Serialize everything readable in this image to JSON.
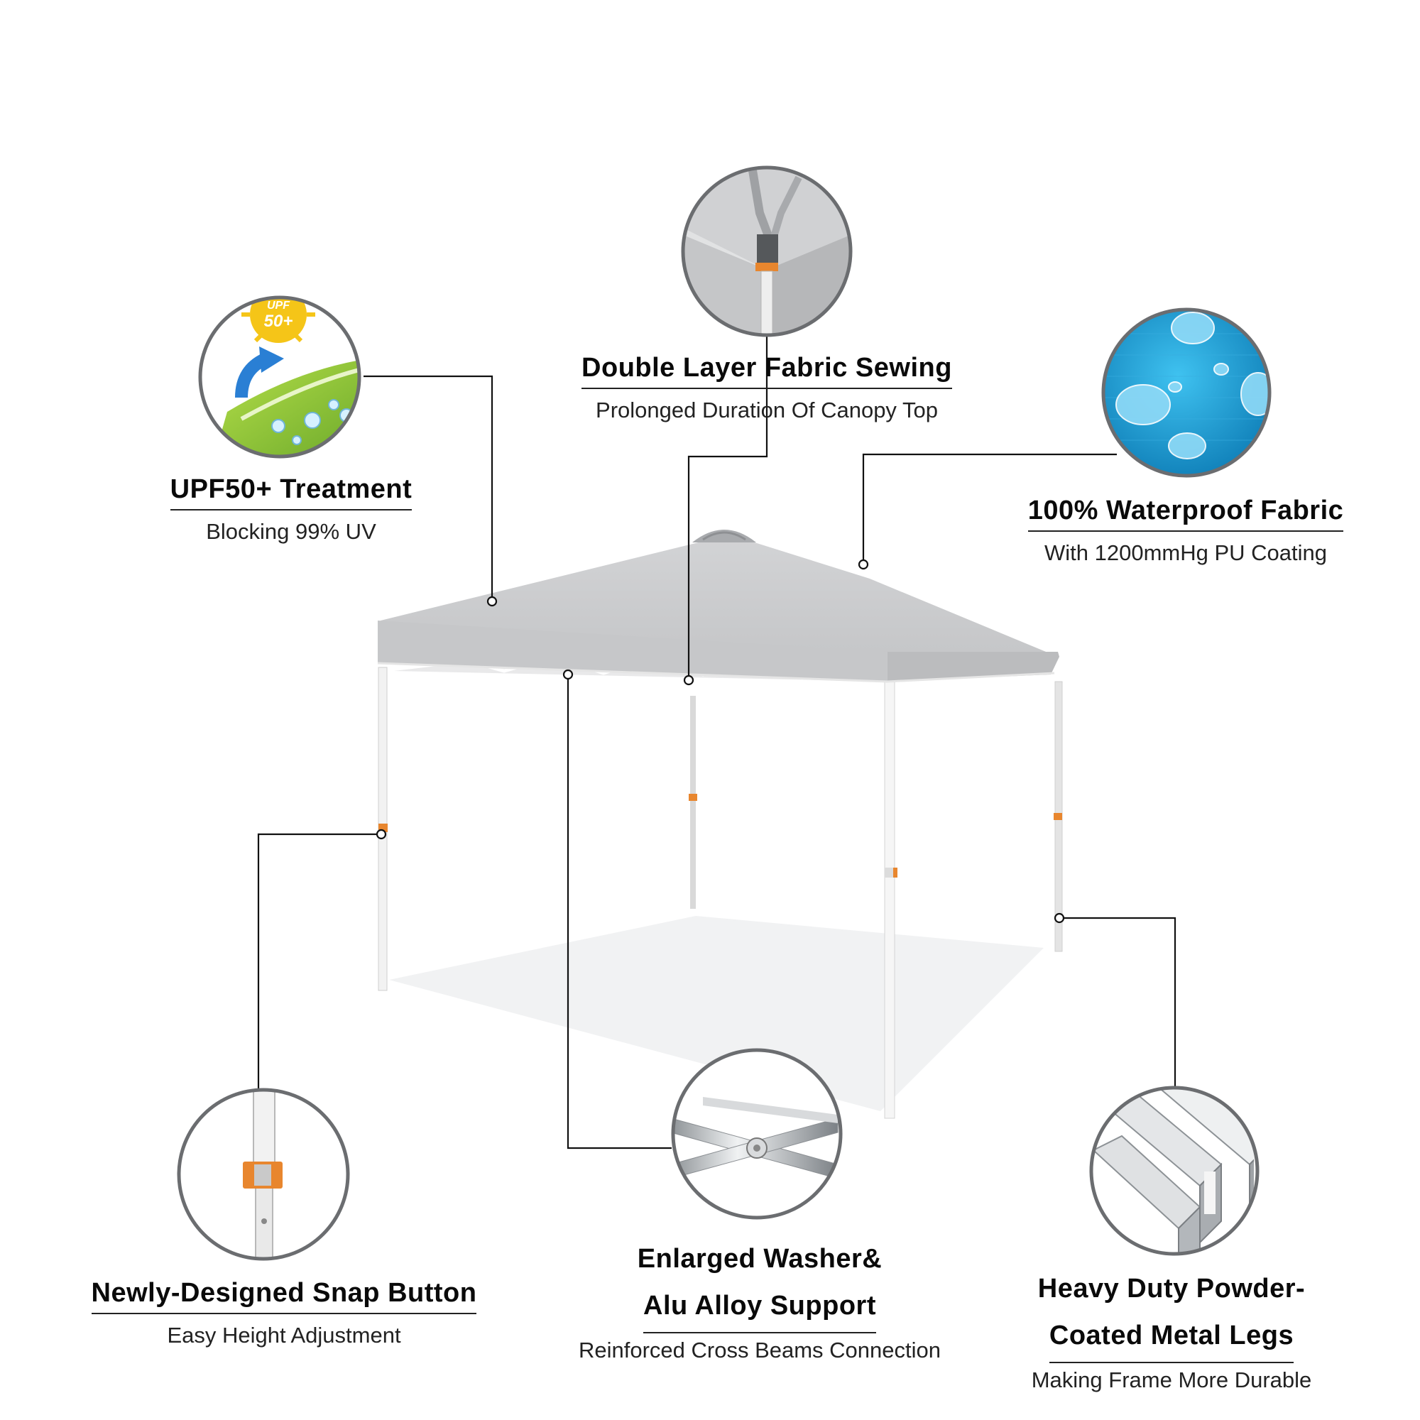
{
  "features": {
    "upf": {
      "title": "UPF50+ Treatment",
      "subtitle": "Blocking 99% UV",
      "badge_line1": "UPF",
      "badge_line2": "50+"
    },
    "double_layer": {
      "title": "Double Layer Fabric Sewing",
      "subtitle": "Prolonged Duration Of Canopy Top"
    },
    "waterproof": {
      "title": "100% Waterproof Fabric",
      "subtitle": "With 1200mmHg PU Coating"
    },
    "snap_button": {
      "title": "Newly-Designed Snap Button",
      "subtitle": "Easy Height Adjustment"
    },
    "washer": {
      "title_line1": "Enlarged Washer&",
      "title_line2": "Alu Alloy Support",
      "subtitle": "Reinforced Cross Beams Connection"
    },
    "legs": {
      "title_line1": "Heavy Duty Powder-",
      "title_line2": "Coated Metal Legs",
      "subtitle": "Making Frame More Durable"
    }
  },
  "colors": {
    "canopy": "#c9cacc",
    "canopy_shadow": "#b9babc",
    "frame": "#f4f4f4",
    "accent_orange": "#e8862e",
    "water_blue": "#1e9fd6",
    "sun_yellow": "#f5c518",
    "leaf_green": "#8cc63f",
    "line": "#111111"
  },
  "icons": [
    "sun-icon",
    "arrow-icon",
    "leaf-icon",
    "water-drop-icon",
    "tube-icon",
    "washer-icon",
    "snap-button-icon"
  ]
}
